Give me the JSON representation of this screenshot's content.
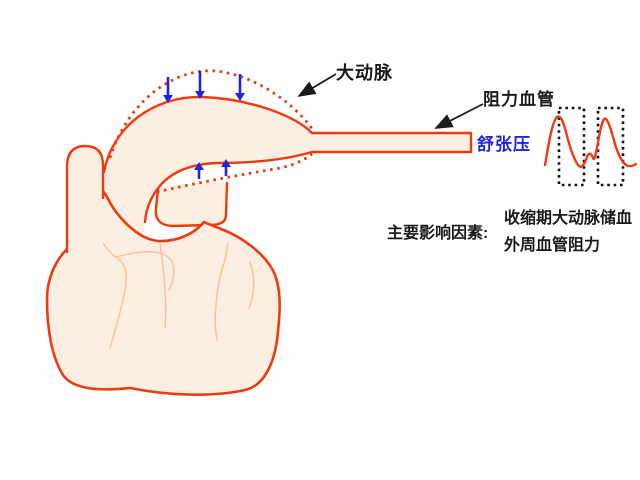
{
  "colors": {
    "red": "#ee3a10",
    "pink": "#fdeee2",
    "coronary": "#f5c39e",
    "blue": "#2323dd",
    "ink": "#1a1a1a"
  },
  "labels": {
    "aorta": "大动脉",
    "resistance_vessel": "阻力血管",
    "diastolic_pressure": "舒张压"
  },
  "factors": {
    "heading": "主要影响因素:",
    "items": [
      "收缩期大动脉储血",
      "外周血管阻力"
    ]
  },
  "icons": {
    "blue_down_arrows": "recoil-pressure-down-arrow-icon",
    "blue_up_arrows": "recoil-pressure-up-arrow-icon",
    "black_pointer_arrows": "label-pointer-arrow-icon",
    "dotted_outline": "expanded-aorta-dotted-outline",
    "waveform": "arterial-pressure-waveform",
    "dashed_boxes": "diastolic-phase-dashed-box"
  }
}
